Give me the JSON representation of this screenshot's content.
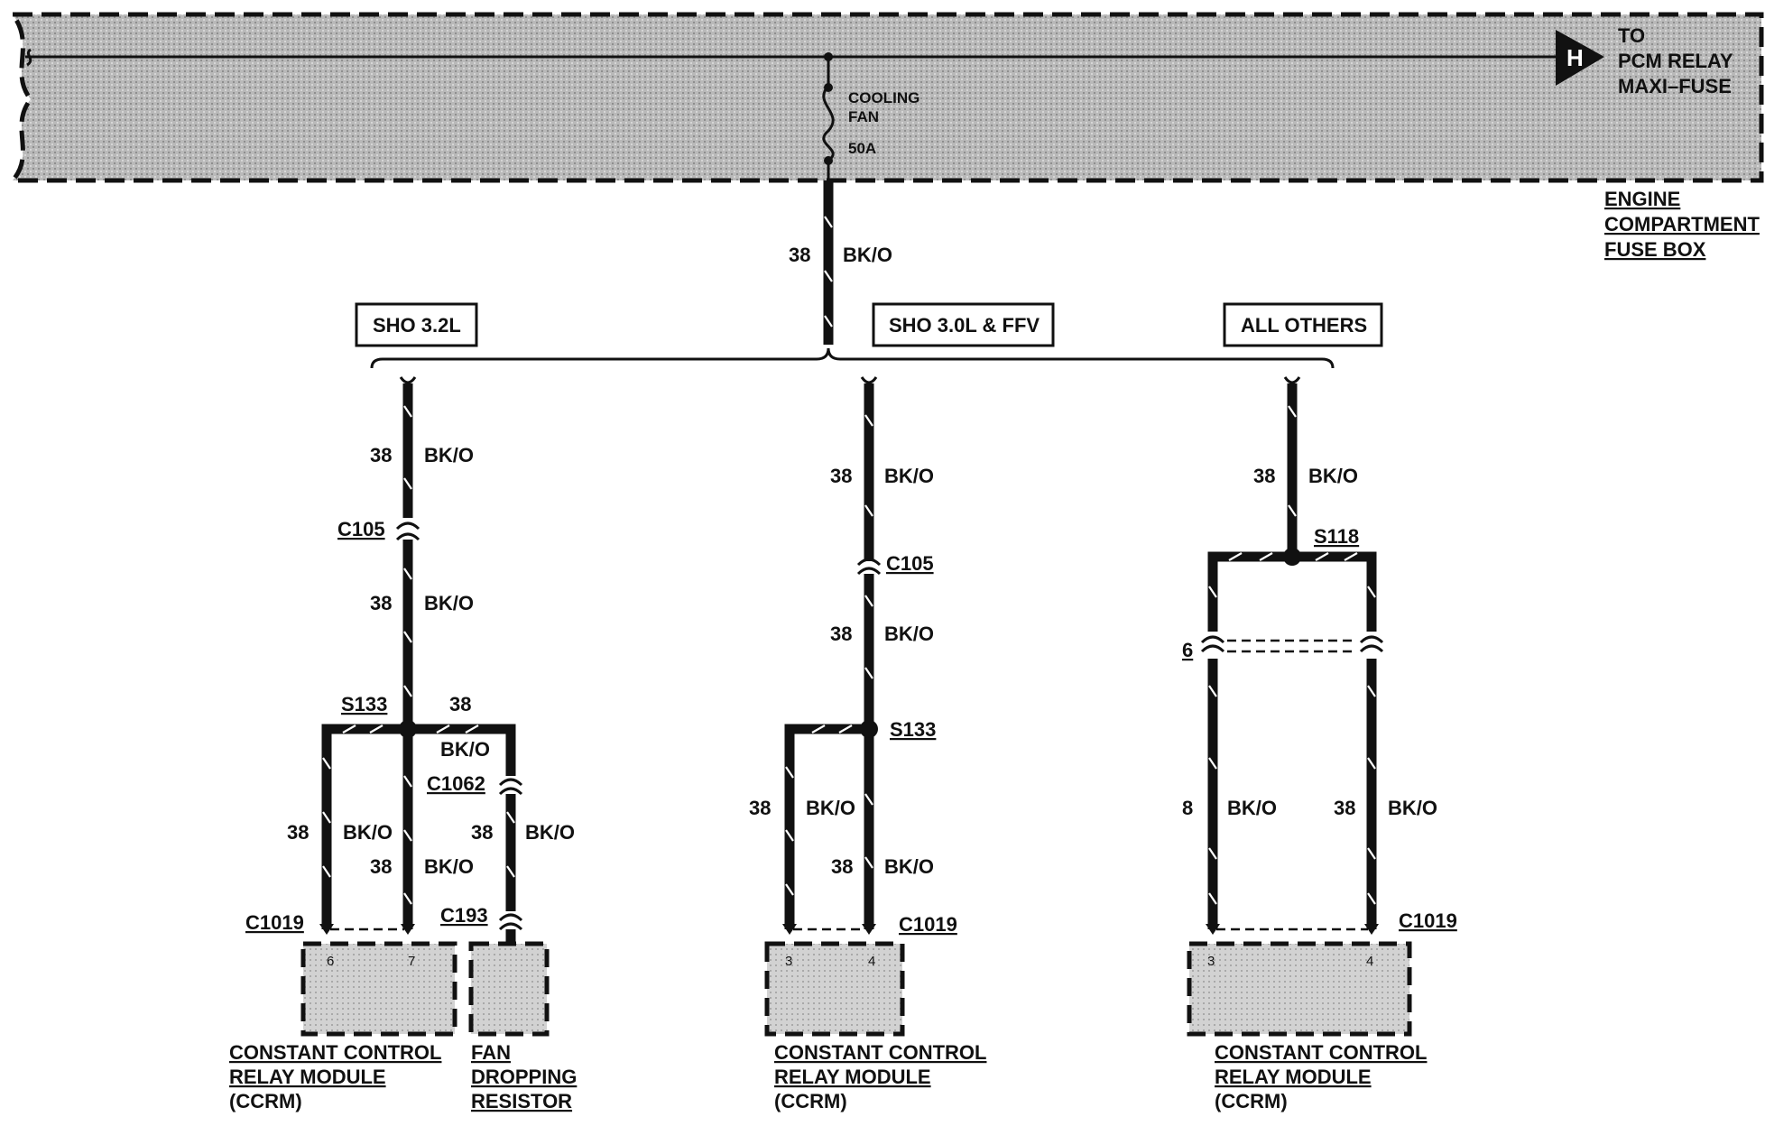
{
  "fuse_box": {
    "to_label": [
      "TO",
      "PCM RELAY",
      "MAXI–FUSE"
    ],
    "connector_letter": "H",
    "fuse_label": [
      "COOLING",
      "FAN"
    ],
    "fuse_rating": "50A",
    "name": [
      "ENGINE",
      "COMPARTMENT",
      "FUSE BOX"
    ],
    "fill_color": "#b9b9b9"
  },
  "main_feed": {
    "circuit": "38",
    "color": "BK/O"
  },
  "variants": [
    {
      "label": "SHO 3.2L"
    },
    {
      "label": "SHO 3.0L & FFV"
    },
    {
      "label": "ALL OTHERS"
    }
  ],
  "sho32": {
    "wire1": {
      "circuit": "38",
      "color": "BK/O"
    },
    "connector1": "C105",
    "wire2": {
      "circuit": "38",
      "color": "BK/O"
    },
    "splice": "S133",
    "splice_right_circuit": "38",
    "splice_right_color": "BK/O",
    "connector_c1062": "C1062",
    "wire_left": {
      "circuit": "38",
      "color": "BK/O"
    },
    "wire_mid": {
      "circuit": "38",
      "color": "BK/O"
    },
    "wire_right": {
      "circuit": "38",
      "color": "BK/O"
    },
    "connector_c1019": "C1019",
    "connector_c193": "C193",
    "pins": [
      "6",
      "7"
    ],
    "module": [
      "CONSTANT CONTROL",
      "RELAY MODULE",
      "(CCRM)"
    ],
    "resistor": [
      "FAN",
      "DROPPING",
      "RESISTOR"
    ]
  },
  "sho30": {
    "wire1": {
      "circuit": "38",
      "color": "BK/O"
    },
    "connector1": "C105",
    "wire2": {
      "circuit": "38",
      "color": "BK/O"
    },
    "splice": "S133",
    "wire_left": {
      "circuit": "38",
      "color": "BK/O"
    },
    "wire_right": {
      "circuit": "38",
      "color": "BK/O"
    },
    "connector_c1019": "C1019",
    "pins": [
      "3",
      "4"
    ],
    "module": [
      "CONSTANT CONTROL",
      "RELAY MODULE",
      "(CCRM)"
    ]
  },
  "others": {
    "wire1": {
      "circuit": "38",
      "color": "BK/O"
    },
    "splice": "S118",
    "connector_pin": "6",
    "wire_left": {
      "circuit": "8",
      "color": "BK/O"
    },
    "wire_right": {
      "circuit": "38",
      "color": "BK/O"
    },
    "connector_c1019": "C1019",
    "pins": [
      "3",
      "4"
    ],
    "module": [
      "CONSTANT CONTROL",
      "RELAY MODULE",
      "(CCRM)"
    ]
  }
}
